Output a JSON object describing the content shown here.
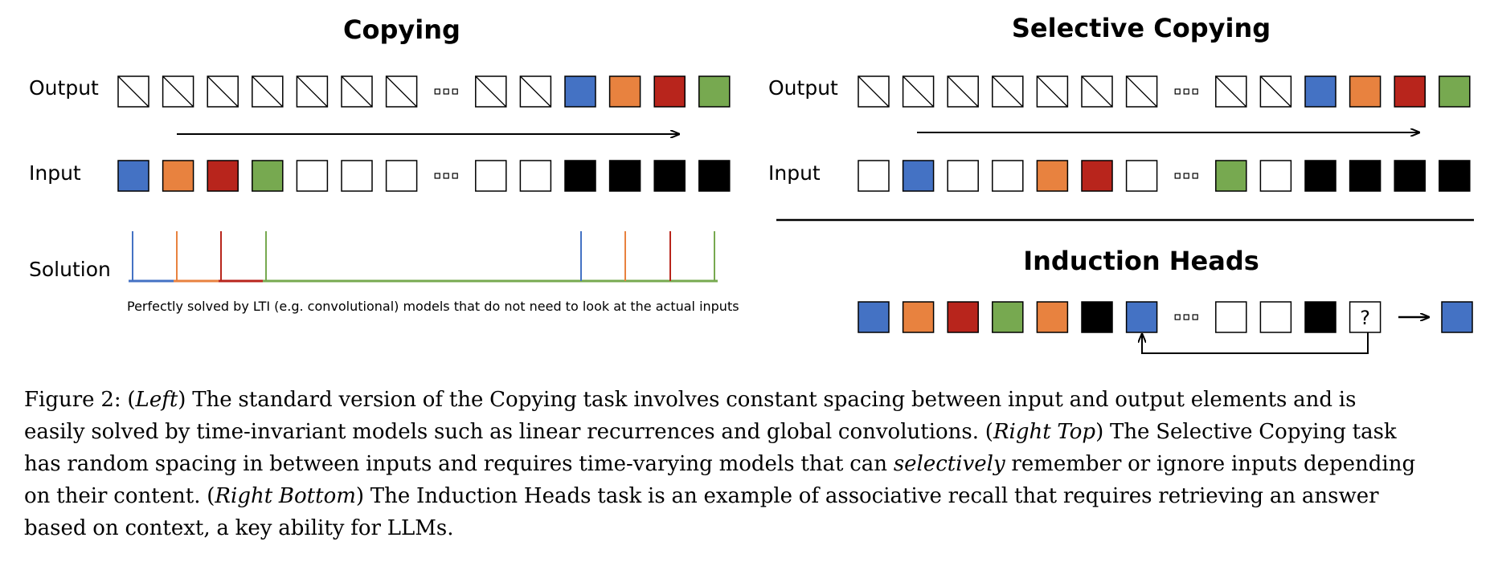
{
  "colors": {
    "blue": "#4472c4",
    "orange": "#e8823f",
    "red": "#b8251c",
    "green": "#77a950",
    "black": "#000000",
    "white": "#ffffff"
  },
  "copying": {
    "title": "Copying",
    "output_label": "Output",
    "input_label": "Input",
    "solution_label": "Solution",
    "output_row": [
      "blank",
      "blank",
      "blank",
      "blank",
      "blank",
      "blank",
      "blank",
      "ellipsis",
      "blank",
      "blank",
      "blue",
      "orange",
      "red",
      "green"
    ],
    "input_row": [
      "blue",
      "orange",
      "red",
      "green",
      "white",
      "white",
      "white",
      "ellipsis",
      "white",
      "white",
      "black",
      "black",
      "black",
      "black"
    ],
    "solution_note": "Perfectly solved by LTI (e.g. convolutional) models that do not need to look at the actual inputs"
  },
  "selective_copying": {
    "title": "Selective Copying",
    "output_label": "Output",
    "input_label": "Input",
    "output_row": [
      "blank",
      "blank",
      "blank",
      "blank",
      "blank",
      "blank",
      "blank",
      "ellipsis",
      "blank",
      "blank",
      "blue",
      "orange",
      "red",
      "green"
    ],
    "input_row": [
      "white",
      "blue",
      "white",
      "white",
      "orange",
      "red",
      "white",
      "ellipsis",
      "green",
      "white",
      "black",
      "black",
      "black",
      "black"
    ]
  },
  "induction_heads": {
    "title": "Induction Heads",
    "row": [
      "blue",
      "orange",
      "red",
      "green",
      "orange",
      "black",
      "blue",
      "ellipsis",
      "white",
      "white",
      "black",
      "query"
    ],
    "query_label": "?",
    "answer": "blue"
  },
  "caption": {
    "lines": [
      [
        {
          "t": "Figure 2: ("
        },
        {
          "t": "Left",
          "i": true
        },
        {
          "t": ") The standard version of the Copying task involves constant spacing between input and output elements and is"
        }
      ],
      [
        {
          "t": "easily solved by time-invariant models such as linear recurrences and global convolutions. ("
        },
        {
          "t": "Right Top",
          "i": true
        },
        {
          "t": ") The Selective Copying task"
        }
      ],
      [
        {
          "t": "has random spacing in between inputs and requires time-varying models that can "
        },
        {
          "t": "selectively",
          "i": true
        },
        {
          "t": " remember or ignore inputs depending"
        }
      ],
      [
        {
          "t": "on their content. ("
        },
        {
          "t": "Right Bottom",
          "i": true
        },
        {
          "t": ") The Induction Heads task is an example of associative recall that requires retrieving an answer"
        }
      ],
      [
        {
          "t": "based on context, a key ability for LLMs."
        }
      ]
    ]
  }
}
